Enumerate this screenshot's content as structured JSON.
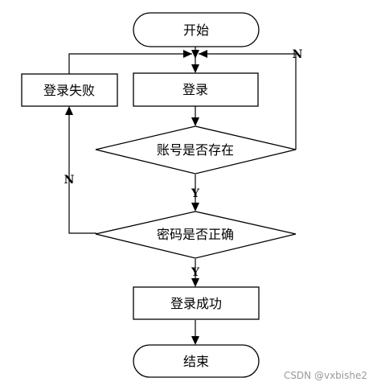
{
  "nodes": {
    "start": "开始",
    "login": "登录",
    "login_fail": "登录失败",
    "account_exists": "账号是否存在",
    "password_correct": "密码是否正确",
    "login_success": "登录成功",
    "end": "结束"
  },
  "edges": {
    "account_yes": "Y",
    "account_no": "N",
    "password_yes": "Y",
    "password_no": "N"
  },
  "watermark": "CSDN @vxbishe2"
}
